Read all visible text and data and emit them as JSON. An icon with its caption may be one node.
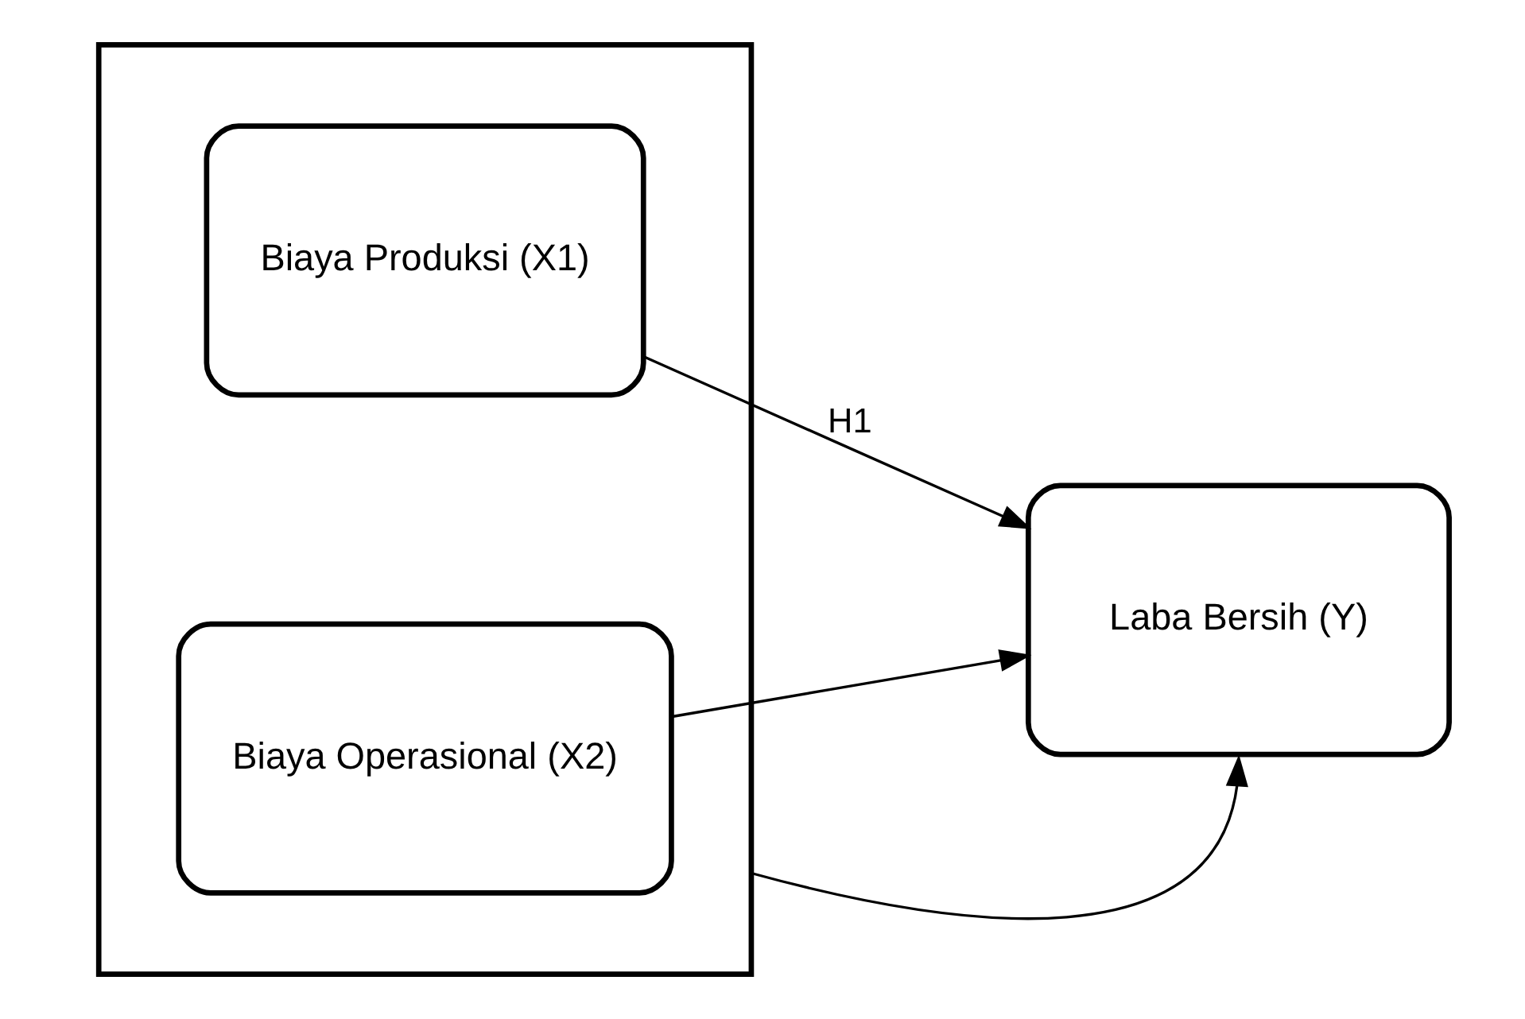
{
  "diagram": {
    "nodes": [
      {
        "text": [],
        "shape": "box"
      },
      {
        "text": [
          "Biaya Produksi (X1)"
        ],
        "in": 0
      },
      {
        "text": [
          "Biaya Operasional (X2)"
        ],
        "in": 0
      },
      {
        "text": [
          "Laba Bersih (Y)"
        ]
      }
    ],
    "edges": [
      {
        "from": 1,
        "to": 3,
        "arrow": "to",
        "label": "H1"
      },
      {
        "from": 2,
        "to": 3,
        "arrow": "to"
      },
      {
        "from": 0,
        "to": 3,
        "arrow": "to"
      }
    ]
  }
}
